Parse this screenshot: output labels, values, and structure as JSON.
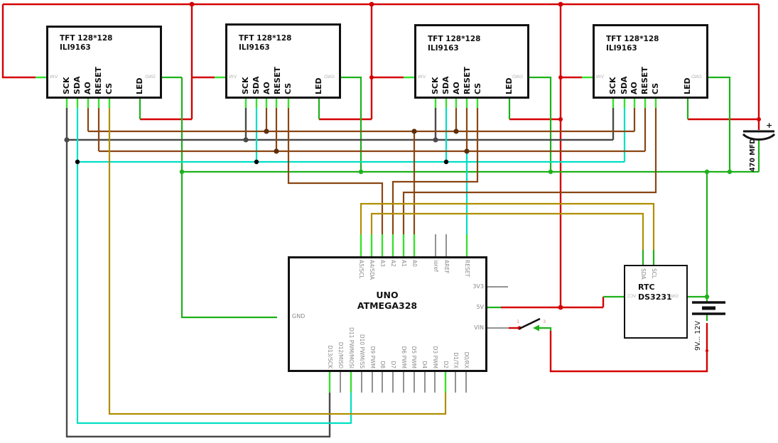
{
  "palette": {
    "power_red": "#d40000",
    "ground_green": "#1db119",
    "pin_green": "#39e02e",
    "sck_gray": "#4a4a4a",
    "mosi_cyan": "#00dfc4",
    "data_brown": "#8a4613",
    "dot_brown": "#5d2d07",
    "cs_olive": "#b08e00",
    "unconnected_gray": "#929292",
    "outline": "#111111"
  },
  "components": {
    "tft_displays": [
      {
        "title_line1": "TFT 128*128",
        "title_line2": "ILI9163",
        "pins_bottom": [
          "SCK",
          "SDA",
          "AO",
          "RESET",
          "CS",
          "LED"
        ],
        "pin_left": "VIN",
        "pin_right": "GND"
      },
      {
        "title_line1": "TFT 128*128",
        "title_line2": "ILI9163",
        "pins_bottom": [
          "SCK",
          "SDA",
          "AO",
          "RESET",
          "CS",
          "LED"
        ],
        "pin_left": "VIN",
        "pin_right": "GND"
      },
      {
        "title_line1": "TFT 128*128",
        "title_line2": "ILI9163",
        "pins_bottom": [
          "SCK",
          "SDA",
          "AO",
          "RESET",
          "CS",
          "LED"
        ],
        "pin_left": "VIN",
        "pin_right": "GND"
      },
      {
        "title_line1": "TFT 128*128",
        "title_line2": "ILI9163",
        "pins_bottom": [
          "SCK",
          "SDA",
          "AO",
          "RESET",
          "CS",
          "LED"
        ],
        "pin_left": "VIN",
        "pin_right": "GND"
      }
    ],
    "uno": {
      "title_line1": "UNO",
      "title_line2": "ATMEGA328",
      "pins_top": [
        "A5/SCL",
        "A4/SDA",
        "A3",
        "A2",
        "A1",
        "A0",
        "ioref",
        "AREF",
        "RESET"
      ],
      "pins_bottom": [
        "D13/SCK",
        "D12/MISO",
        "D11 PWM/MOSI",
        "D10 PWM/SS",
        "D9 PWM",
        "D8",
        "D7",
        "D6 PWM",
        "D5 PWM",
        "D4",
        "D3 PWM",
        "D2",
        "D1/TX",
        "D0/RX"
      ],
      "pins_right": [
        "3V3",
        "5V",
        "VIN"
      ],
      "pin_left": "GND"
    },
    "rtc": {
      "title_line1": "RTC",
      "title_line2": "DS3231",
      "pins_top": [
        "SDA",
        "SCL"
      ],
      "pin_left": "VCC",
      "pin_right": "GND"
    },
    "capacitor": {
      "value": "470 MFD",
      "polarity_label": "+"
    },
    "battery": {
      "label": "9V... 12V"
    },
    "power_switch": {
      "pin_labels": [
        "1",
        "3"
      ]
    }
  }
}
